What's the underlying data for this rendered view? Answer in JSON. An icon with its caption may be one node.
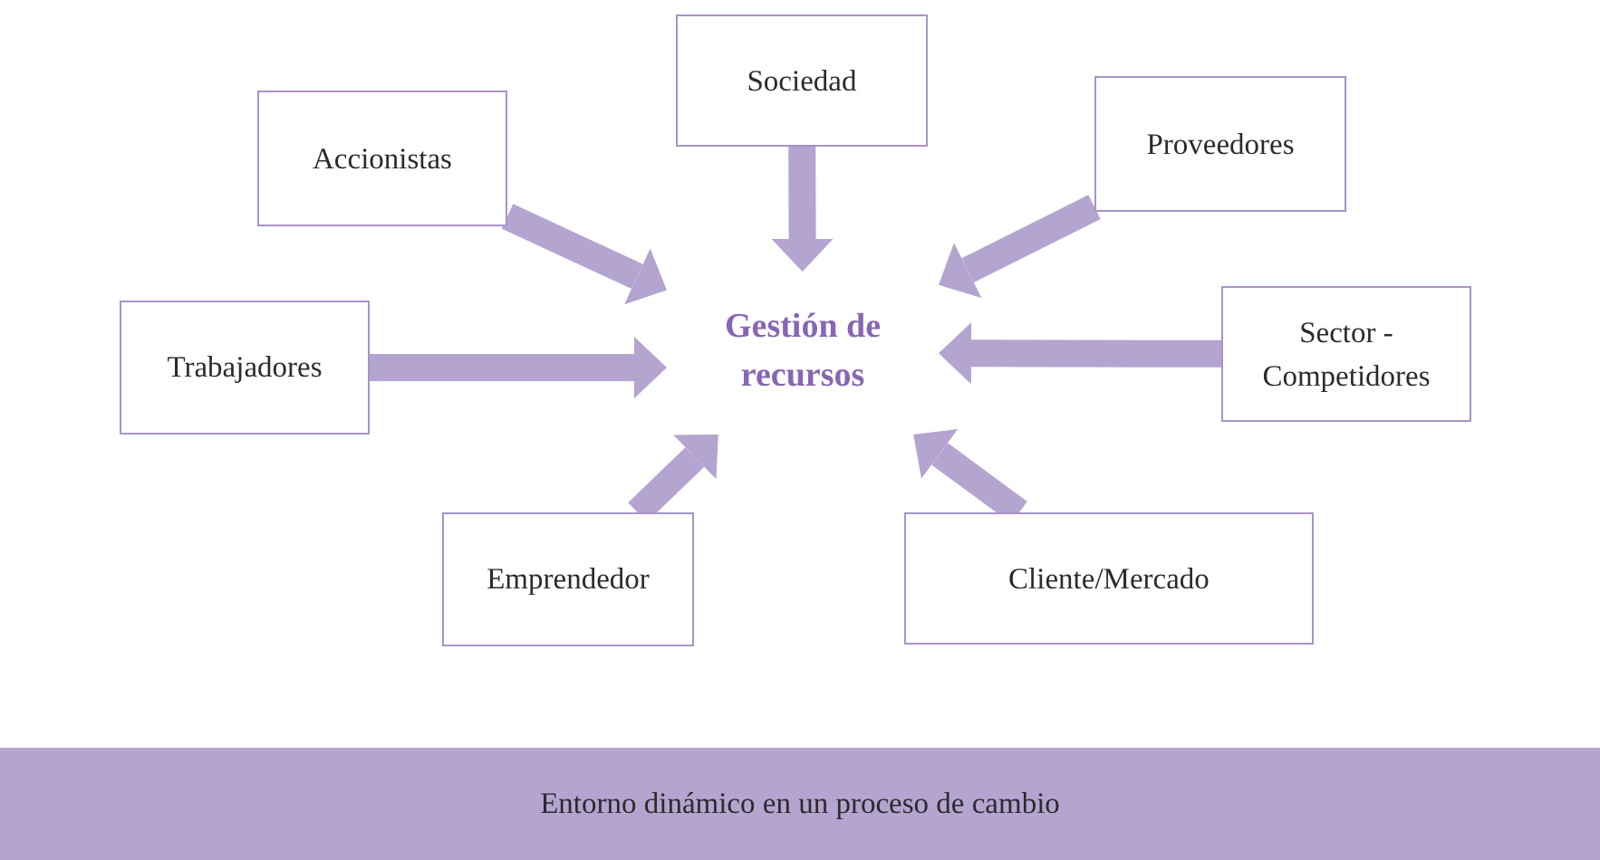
{
  "diagram": {
    "nodes": [
      {
        "text": [
          "Sociedad"
        ]
      },
      {
        "text": [
          "Accionistas"
        ]
      },
      {
        "text": [
          "Proveedores"
        ]
      },
      {
        "text": [
          "Trabajadores"
        ]
      },
      {
        "text": [
          "Gestión de recursos"
        ]
      },
      {
        "text": [
          "Sector - Competidores"
        ]
      },
      {
        "text": [
          "Emprendedor"
        ]
      },
      {
        "text": [
          "Cliente/Mercado"
        ]
      },
      {
        "text": [
          "Entorno dinámico en un proceso de cambio"
        ]
      }
    ],
    "edges": [
      {
        "from": 0,
        "to": 4,
        "arrow": "to"
      },
      {
        "from": 1,
        "to": 4,
        "arrow": "to"
      },
      {
        "from": 2,
        "to": 4,
        "arrow": "to"
      },
      {
        "from": 3,
        "to": 4,
        "arrow": "to"
      },
      {
        "from": 5,
        "to": 4,
        "arrow": "to"
      },
      {
        "from": 6,
        "to": 4,
        "arrow": "to"
      },
      {
        "from": 7,
        "to": 4,
        "arrow": "to"
      }
    ]
  }
}
